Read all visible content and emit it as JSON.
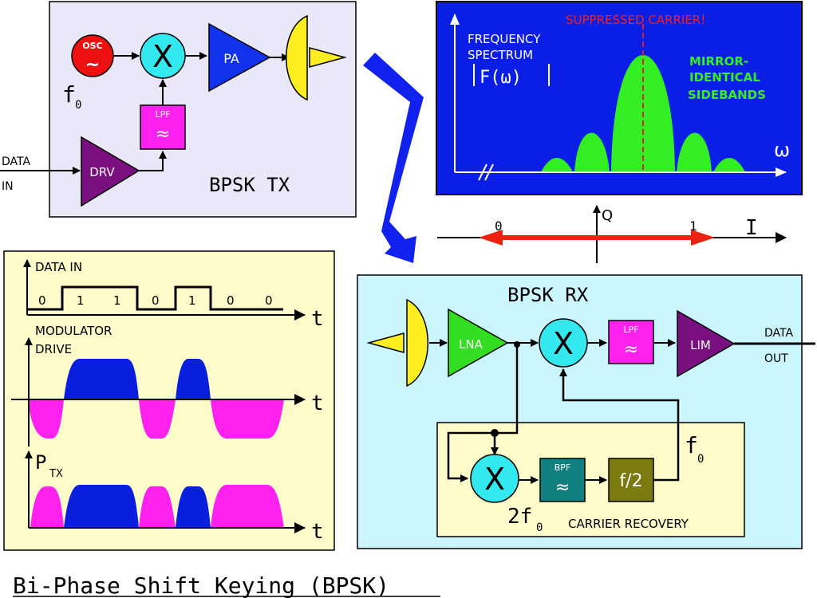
{
  "title": "Bi-Phase Shift Keying (BPSK)",
  "tx": {
    "label": "BPSK TX",
    "osc_label": "OSC",
    "osc_symbol": "~",
    "f0_main": "f",
    "f0_sub": "0",
    "mixer_symbol": "X",
    "pa_label": "PA",
    "lpf_label": "LPF",
    "lpf_symbol": "≈",
    "drv_label": "DRV",
    "data_in_1": "DATA",
    "data_in_2": "IN"
  },
  "spectrum": {
    "title_1": "FREQUENCY",
    "title_2": "SPECTRUM",
    "func": "F(ω)",
    "suppressed": "SUPPRESSED CARRIER!",
    "mirror_1": "MIRROR-",
    "mirror_2": "IDENTICAL",
    "mirror_3": "SIDEBANDS",
    "omega": "ω",
    "bg_color": "#0a1ee6",
    "lobe_color": "#33ee22",
    "carrier_color": "#dd2222"
  },
  "constellation": {
    "q_label": "Q",
    "i_label": "I",
    "zero_label": "0",
    "one_label": "1",
    "arrow_color": "#ee2211"
  },
  "timing": {
    "data_in": "DATA IN",
    "bits": [
      "0",
      "1",
      "1",
      "0",
      "1",
      "0",
      "0"
    ],
    "t": "t",
    "modulator_1": "MODULATOR",
    "modulator_2": "DRIVE",
    "ptx_main": "P",
    "ptx_sub": "TX"
  },
  "rx": {
    "label": "BPSK RX",
    "lna_label": "LNA",
    "mixer_symbol": "X",
    "lpf_label": "LPF",
    "lpf_symbol": "≈",
    "lim_label": "LIM",
    "data_out_1": "DATA",
    "data_out_2": "OUT",
    "f0_main": "f",
    "f0_sub": "0",
    "bpf_label": "BPF",
    "bpf_symbol": "≈",
    "div_label": "f/2",
    "twof0_main": "2f",
    "twof0_sub": "0",
    "recovery_label": "CARRIER RECOVERY"
  },
  "colors": {
    "tx_panel": "#e8e8f8",
    "timing_panel": "#fffccc",
    "rx_panel": "#ccf6ff",
    "recovery_panel": "#fffccc",
    "osc": "#ee1111",
    "mixer": "#33e8ee",
    "amp_blue": "#1133ee",
    "antenna": "#ffee22",
    "filter": "#ff22ee",
    "drv": "#7a1080",
    "lna": "#33dd22",
    "bpf": "#118080",
    "div": "#7a7a10",
    "blue_wave": "#0a1edd",
    "pink_wave": "#ff22ee",
    "big_arrow": "#1122ee"
  }
}
